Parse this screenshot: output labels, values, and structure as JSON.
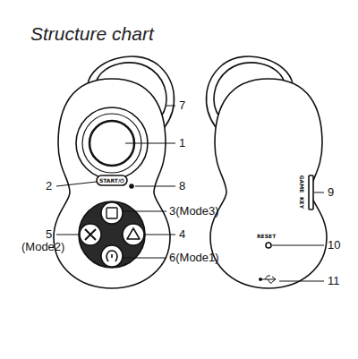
{
  "diagram": {
    "title": "Structure chart",
    "labels": [
      "1",
      "2",
      "START/⏻",
      "8",
      "3(Mode3)",
      "5",
      "4",
      "(Mode2)",
      "6(Mode1)",
      "7",
      "9",
      "GAME",
      "KEY",
      "RESET",
      "10",
      "11"
    ]
  }
}
